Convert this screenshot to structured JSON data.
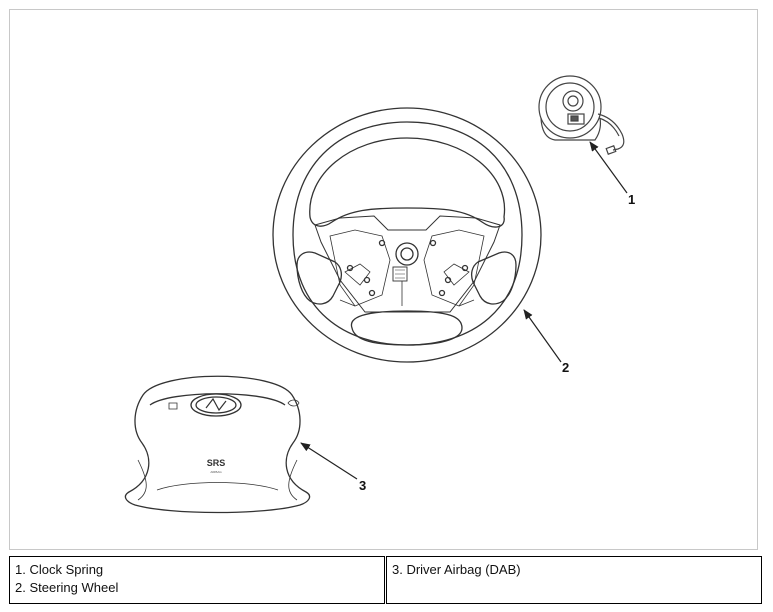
{
  "figure": {
    "callouts": [
      "1",
      "2",
      "3"
    ],
    "airbag_badge": "SRS",
    "airbag_badge_sub": "AIRBAG"
  },
  "legend": {
    "left": [
      "1. Clock Spring",
      "2. Steering Wheel"
    ],
    "right": [
      "3. Driver Airbag (DAB)"
    ]
  },
  "colors": {
    "line": "#333333",
    "border": "#c8c8c8",
    "table_border": "#000000"
  }
}
